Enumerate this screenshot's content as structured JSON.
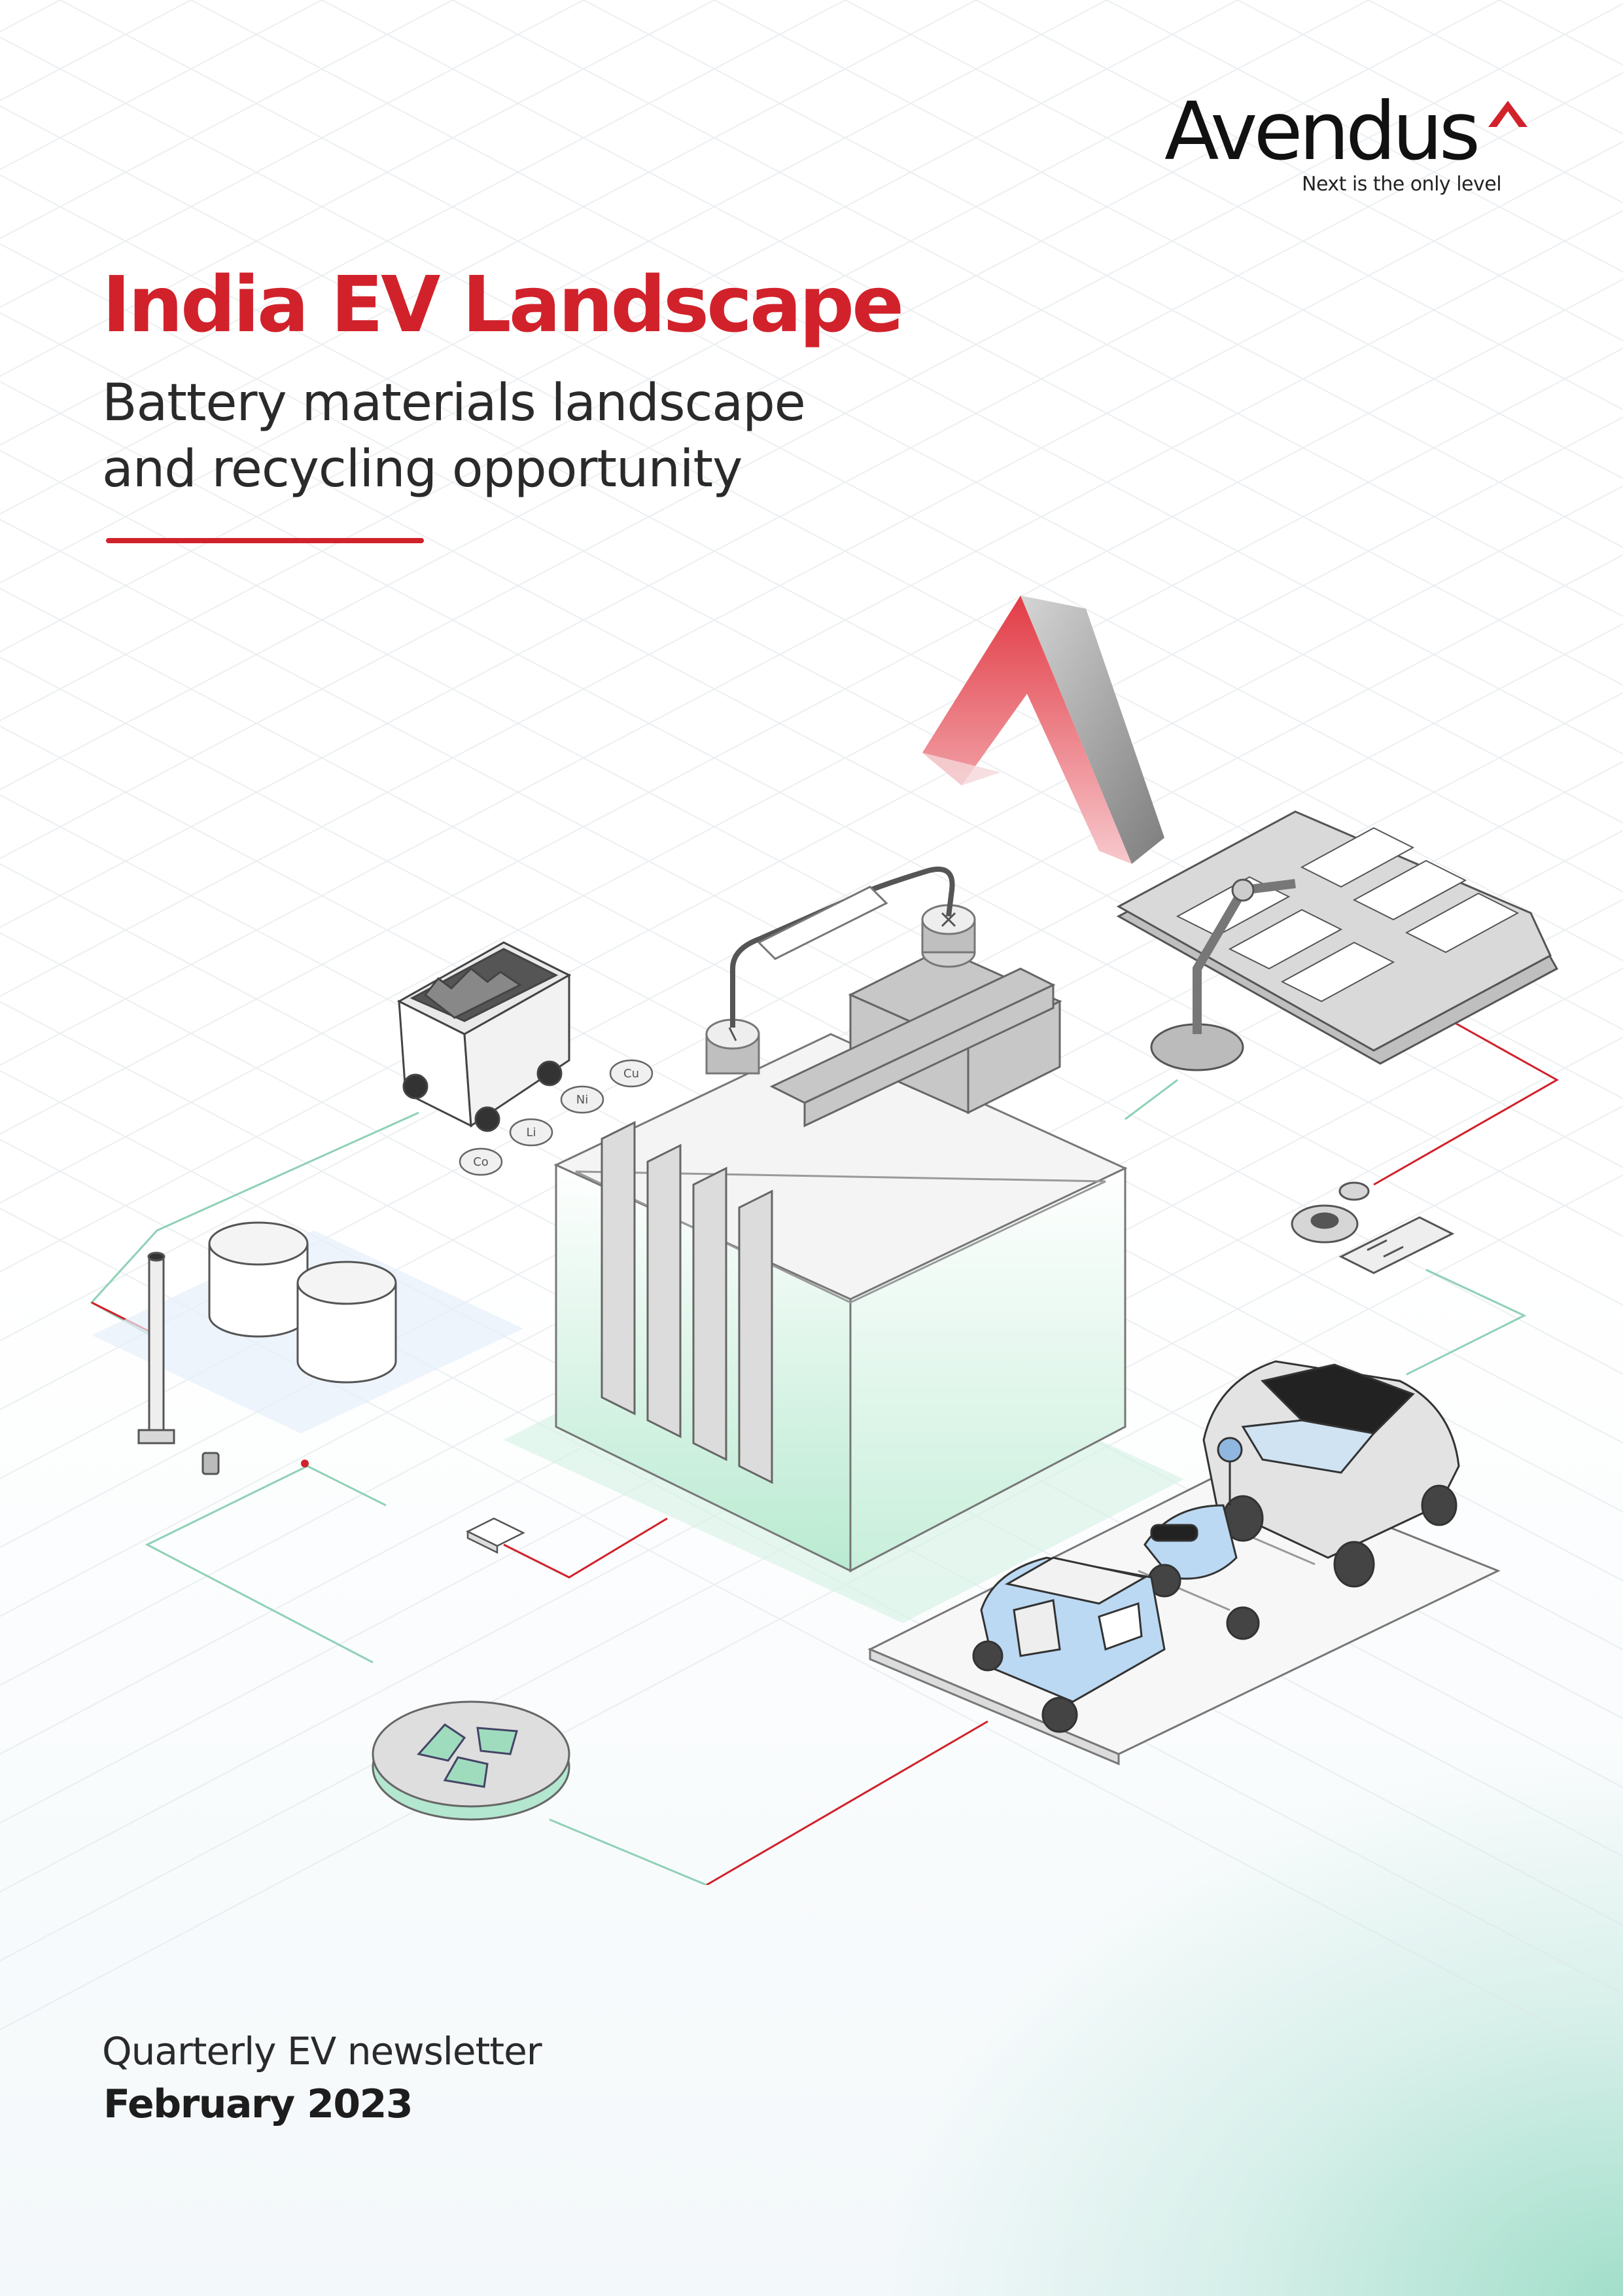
{
  "brand": {
    "name": "Avendus",
    "tagline": "Next is the only level",
    "accent_color": "#d1222b"
  },
  "cover": {
    "title": "India EV Landscape",
    "subtitle_line1": "Battery materials landscape",
    "subtitle_line2": "and recycling opportunity"
  },
  "illustration": {
    "coins": [
      "Co",
      "Li",
      "Ni",
      "Cu"
    ],
    "elements": [
      "mining-cart",
      "battery-cell",
      "robotic-arm-assembly",
      "gear",
      "circuit-chip",
      "storage-tanks",
      "recycling-platform",
      "car",
      "scooter",
      "auto-rickshaw",
      "caret-sculpture"
    ]
  },
  "footer": {
    "series": "Quarterly EV newsletter",
    "date": "February 2023"
  }
}
